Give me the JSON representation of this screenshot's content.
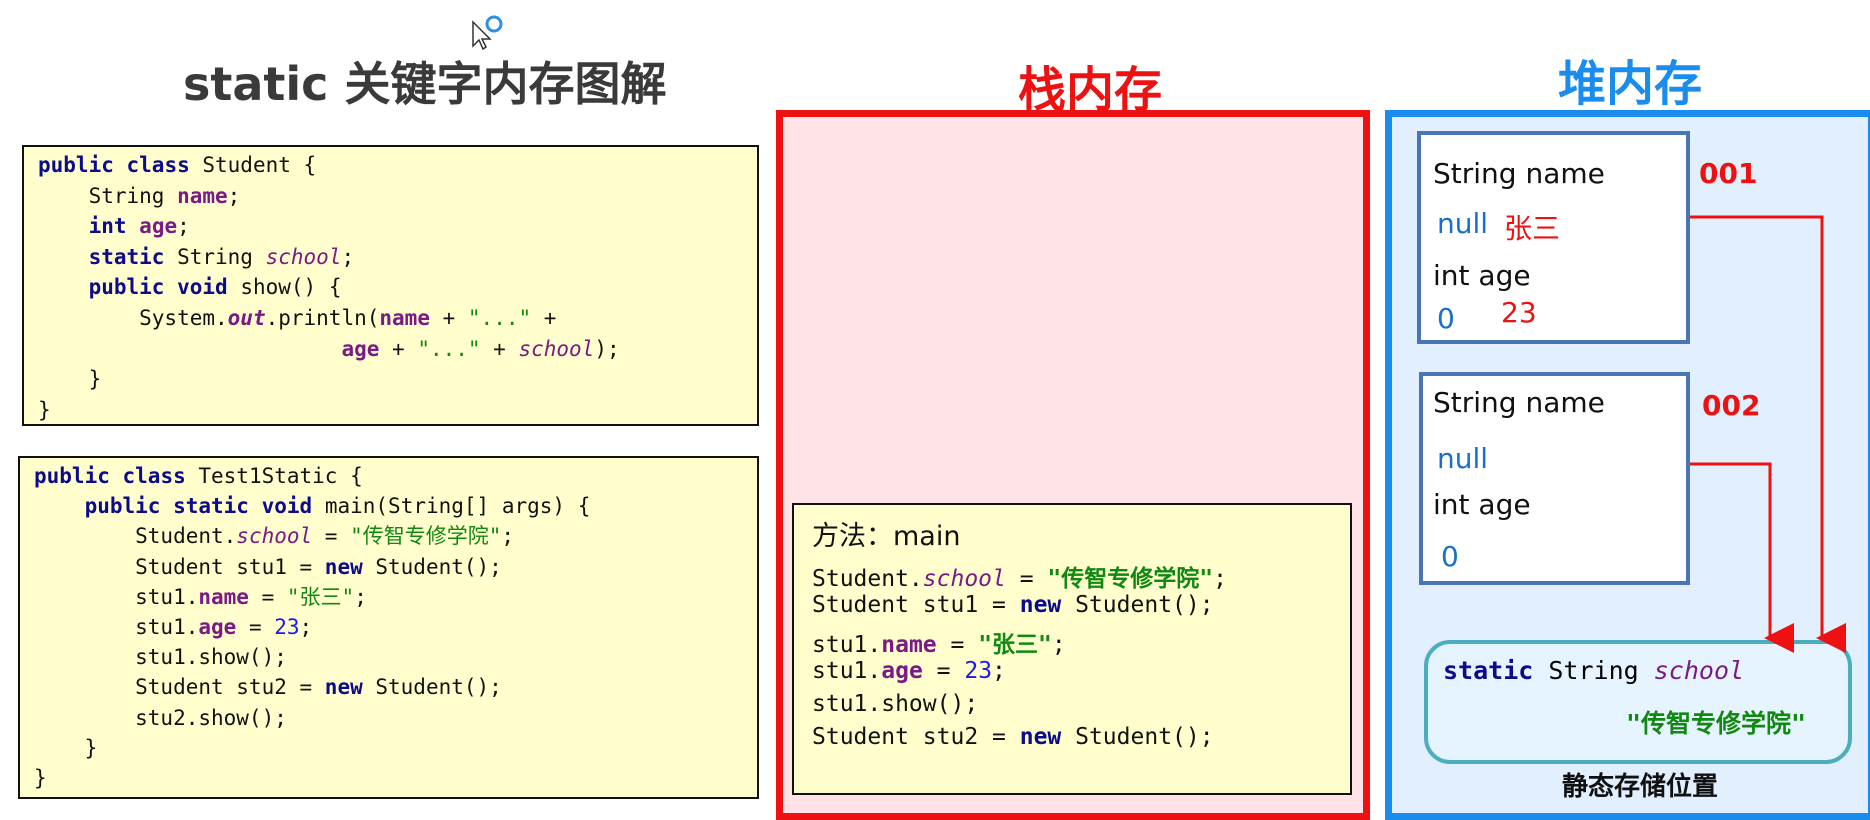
{
  "title": "static 关键字内存图解",
  "stack": {
    "title": "栈内存",
    "method_label": "方法：main",
    "lines": [
      [
        {
          "t": "Student."
        },
        {
          "t": "school",
          "c": "sfld"
        },
        {
          "t": " = "
        },
        {
          "t": "\"传智专修学院\"",
          "c": "strb"
        },
        {
          "t": ";"
        }
      ],
      [
        {
          "t": "Student stu1 = "
        },
        {
          "t": "new",
          "c": "kw"
        },
        {
          "t": " Student();"
        }
      ],
      [
        {
          "t": "stu1."
        },
        {
          "t": "name",
          "c": "fld"
        },
        {
          "t": " = "
        },
        {
          "t": "\"张三\"",
          "c": "strb"
        },
        {
          "t": ";"
        }
      ],
      [
        {
          "t": "stu1."
        },
        {
          "t": "age",
          "c": "fld"
        },
        {
          "t": " = "
        },
        {
          "t": "23",
          "c": "num"
        },
        {
          "t": ";"
        }
      ],
      [
        {
          "t": "stu1.show();"
        }
      ],
      [
        {
          "t": "Student stu2 = "
        },
        {
          "t": "new",
          "c": "kw"
        },
        {
          "t": " Student();"
        }
      ]
    ]
  },
  "heap": {
    "title": "堆内存",
    "objects": [
      {
        "address": "001",
        "name_label": "String name",
        "name_default": "null",
        "name_value": "张三",
        "age_label": "int age",
        "age_default": "0",
        "age_value": "23"
      },
      {
        "address": "002",
        "name_label": "String name",
        "name_default": "null",
        "age_label": "int age",
        "age_default": "0"
      }
    ],
    "static_area": {
      "decl": [
        {
          "t": "static",
          "c": "kw"
        },
        {
          "t": " String "
        },
        {
          "t": "school",
          "c": "sfld"
        }
      ],
      "value": "\"传智专修学院\"",
      "caption": "静态存储位置"
    }
  },
  "code_student": [
    [
      {
        "t": "public",
        "c": "kw"
      },
      {
        "t": " "
      },
      {
        "t": "class",
        "c": "kw"
      },
      {
        "t": " Student {"
      }
    ],
    [
      {
        "t": "    String "
      },
      {
        "t": "name",
        "c": "fld"
      },
      {
        "t": ";"
      }
    ],
    [
      {
        "t": "    "
      },
      {
        "t": "int",
        "c": "kw"
      },
      {
        "t": " "
      },
      {
        "t": "age",
        "c": "fld"
      },
      {
        "t": ";"
      }
    ],
    [
      {
        "t": "    "
      },
      {
        "t": "static",
        "c": "kw"
      },
      {
        "t": " String "
      },
      {
        "t": "school",
        "c": "sfld"
      },
      {
        "t": ";"
      }
    ],
    [
      {
        "t": "    "
      },
      {
        "t": "public",
        "c": "kw"
      },
      {
        "t": " "
      },
      {
        "t": "void",
        "c": "kw"
      },
      {
        "t": " show() {"
      }
    ],
    [
      {
        "t": "        System."
      },
      {
        "t": "out",
        "c": "sfldb"
      },
      {
        "t": ".println("
      },
      {
        "t": "name",
        "c": "fld"
      },
      {
        "t": " + "
      },
      {
        "t": "\"...\"",
        "c": "str"
      },
      {
        "t": " +"
      }
    ],
    [
      {
        "t": "                        "
      },
      {
        "t": "age",
        "c": "fld"
      },
      {
        "t": " + "
      },
      {
        "t": "\"...\"",
        "c": "str"
      },
      {
        "t": " + "
      },
      {
        "t": "school",
        "c": "sfld"
      },
      {
        "t": ");"
      }
    ],
    [
      {
        "t": "    }"
      }
    ],
    [
      {
        "t": "}"
      }
    ]
  ],
  "code_test": [
    [
      {
        "t": "public",
        "c": "kw"
      },
      {
        "t": " "
      },
      {
        "t": "class",
        "c": "kw"
      },
      {
        "t": " Test1Static {"
      }
    ],
    [
      {
        "t": "    "
      },
      {
        "t": "public",
        "c": "kw"
      },
      {
        "t": " "
      },
      {
        "t": "static",
        "c": "kw"
      },
      {
        "t": " "
      },
      {
        "t": "void",
        "c": "kw"
      },
      {
        "t": " main(String[] args) {"
      }
    ],
    [
      {
        "t": "        Student."
      },
      {
        "t": "school",
        "c": "sfld"
      },
      {
        "t": " = "
      },
      {
        "t": "\"传智专修学院\"",
        "c": "str"
      },
      {
        "t": ";"
      }
    ],
    [
      {
        "t": "        Student stu1 = "
      },
      {
        "t": "new",
        "c": "kw"
      },
      {
        "t": " Student();"
      }
    ],
    [
      {
        "t": "        stu1."
      },
      {
        "t": "name",
        "c": "fld"
      },
      {
        "t": " = "
      },
      {
        "t": "\"张三\"",
        "c": "str"
      },
      {
        "t": ";"
      }
    ],
    [
      {
        "t": "        stu1."
      },
      {
        "t": "age",
        "c": "fld"
      },
      {
        "t": " = "
      },
      {
        "t": "23",
        "c": "num"
      },
      {
        "t": ";"
      }
    ],
    [
      {
        "t": "        stu1.show();"
      }
    ],
    [
      {
        "t": "        Student stu2 = "
      },
      {
        "t": "new",
        "c": "kw"
      },
      {
        "t": " Student();"
      }
    ],
    [
      {
        "t": "        stu2.show();"
      }
    ],
    [
      {
        "t": "    }"
      }
    ],
    [
      {
        "t": "}"
      }
    ]
  ],
  "colors": {
    "stack_border": "#ee1111",
    "heap_border": "#1a8cee",
    "arrow": "#ee1111",
    "code_bg": "#fffecc"
  }
}
